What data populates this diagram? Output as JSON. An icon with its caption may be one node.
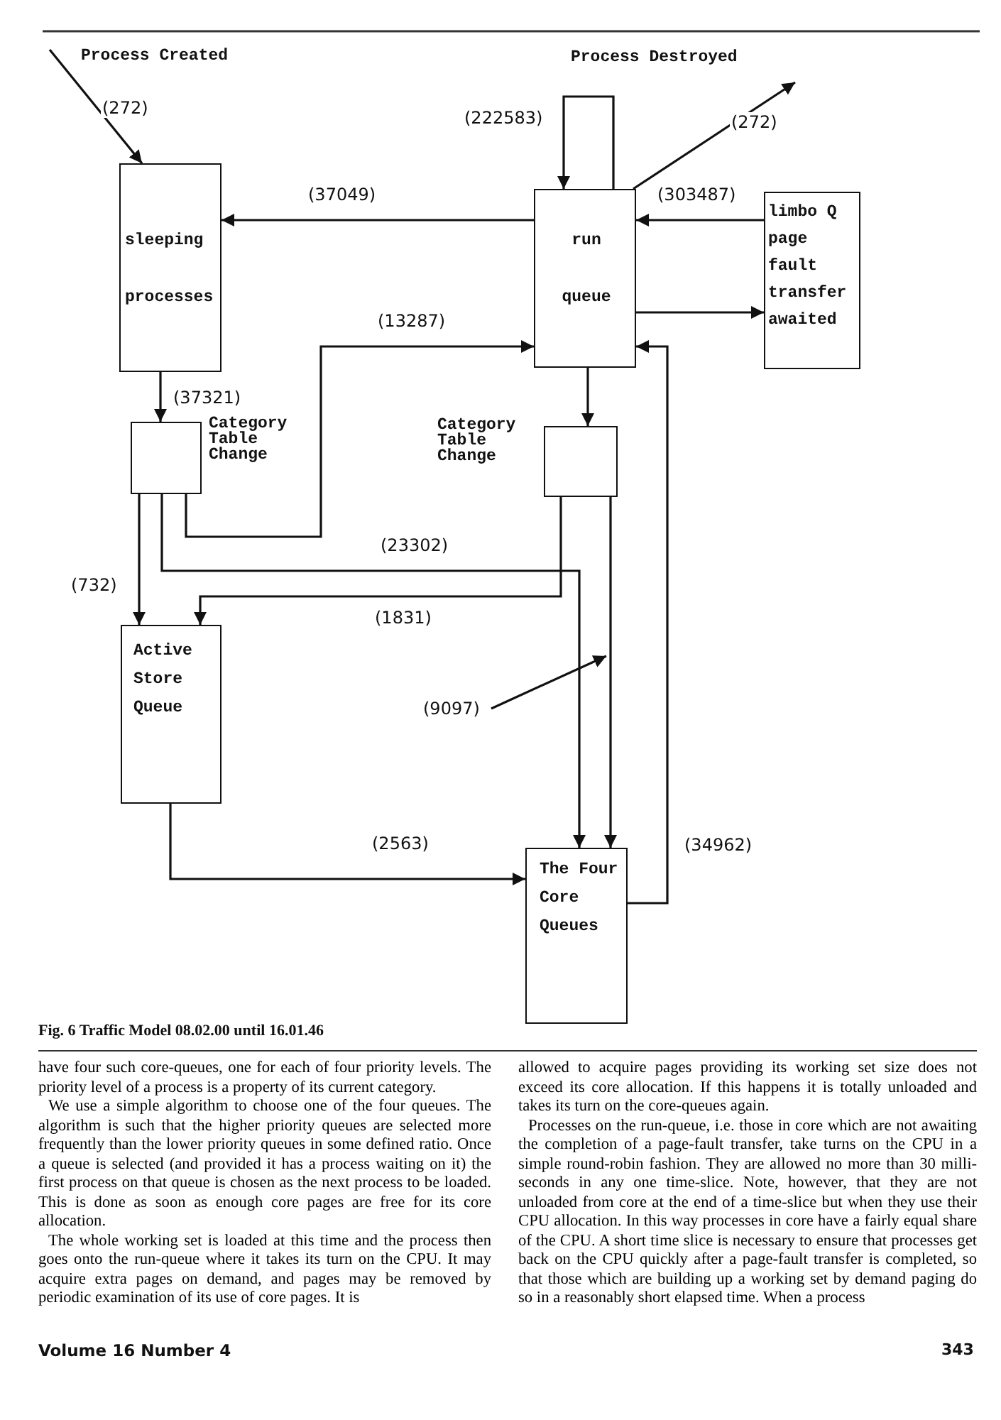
{
  "diagram": {
    "caption": "Fig. 6 Traffic Model 08.02.00 until 16.01.46",
    "nodes": [
      {
        "text": [
          "sleeping processes"
        ]
      },
      {
        "text": [
          "run queue"
        ]
      },
      {
        "text": [
          "limbo Q page fault transfer awaited"
        ]
      },
      {
        "text": [
          "Category Table Change"
        ]
      },
      {
        "text": [
          "Category Table Change"
        ]
      },
      {
        "text": [
          "Active Store Queue"
        ]
      },
      {
        "text": [
          "The Four Core Queues"
        ]
      },
      {
        "text": [
          "(9097)"
        ]
      }
    ],
    "edges": [
      {
        "from": null,
        "to": 0,
        "arrow": "to",
        "label": "(272)"
      },
      {
        "from": 1,
        "to": null,
        "arrow": "to",
        "label": "(272)"
      },
      {
        "from": 1,
        "to": 1,
        "arrow": "to",
        "label": "(222583)"
      },
      {
        "from": 1,
        "to": 0,
        "arrow": "to",
        "label": "(37049)"
      },
      {
        "from": 2,
        "to": 1,
        "arrow": "to",
        "label": "(303487)"
      },
      {
        "from": 1,
        "to": 2,
        "arrow": "to"
      },
      {
        "from": 0,
        "to": 3,
        "arrow": "to",
        "label": "(37321)"
      },
      {
        "from": 3,
        "to": 1,
        "arrow": "to",
        "label": "(13287)"
      },
      {
        "from": 1,
        "to": 4,
        "arrow": "to"
      },
      {
        "from": 3,
        "to": 5,
        "arrow": "to",
        "label": "(732)"
      },
      {
        "from": 3,
        "to": 6,
        "arrow": "to",
        "label": "(23302)"
      },
      {
        "from": 4,
        "to": 5,
        "arrow": "to",
        "label": "(1831)"
      },
      {
        "from": 4,
        "to": 6,
        "arrow": "to"
      },
      {
        "from": 5,
        "to": 6,
        "arrow": "to",
        "label": "(2563)"
      },
      {
        "from": 6,
        "to": 1,
        "arrow": "to",
        "label": "(34962)"
      },
      {
        "from": 7,
        "to": null,
        "arrow": "to"
      }
    ],
    "labels": [
      "Process Created",
      "Process Destroyed",
      "have four such core-queues, one for each of four priority levels. The priority level of a process is a property of its current category.",
      "We use a simple algorithm to choose one of the four queues. The algorithm is such that the higher priority queues are selected more frequently than the lower priority queues in some defined ratio. Once a queue is selected (and provided it has a process waiting on it) the first process on that queue is chosen as the next process to be loaded. This is done as soon as enough core pages are free for its core allocation.",
      "The whole working set is loaded at this time and the process then goes onto the run-queue where it takes its turn on the CPU. It may acquire extra pages on demand, and pages may be removed by periodic examination of its use of core pages. It is",
      "allowed to acquire pages providing its working set size does not exceed its core allocation. If this happens it is totally unloaded and takes its turn on the core-queues again.",
      "Processes on the run-queue, i.e. those in core which are not awaiting the completion of a page-fault transfer, take turns on the CPU in a simple round-robin fashion. They are allowed no more than 30 milli-seconds in any one time-slice. Note, however, that they are not unloaded from core at the end of a time-slice but when they use their CPU allocation. In this way processes in core have a fairly equal share of the CPU. A short time slice is necessary to ensure that processes get back on the CPU quickly after a page-fault transfer is completed, so that those which are building up a working set by demand paging do so in a reasonably short elapsed time. When a process",
      "Volume 16 Number 4",
      "343"
    ]
  }
}
